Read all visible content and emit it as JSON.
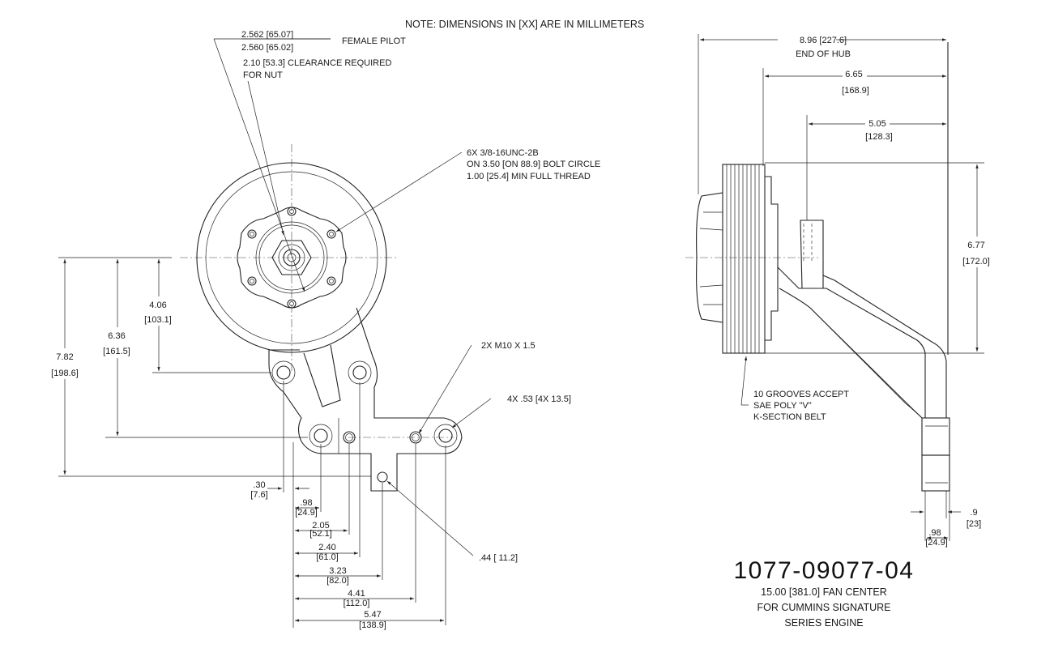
{
  "note": "NOTE:  DIMENSIONS IN [XX] ARE IN MILLIMETERS",
  "part_number": "1077-09077-04",
  "description": [
    "15.00 [381.0] FAN CENTER",
    "FOR CUMMINS SIGNATURE",
    "SERIES ENGINE"
  ],
  "callouts": {
    "pilot_max": "2.562 [65.07]",
    "pilot_min": "2.560 [65.02]",
    "pilot_label": "FEMALE PILOT",
    "clearance_1": "2.10 [53.3] CLEARANCE REQUIRED",
    "clearance_2": "FOR NUT",
    "bolt_1": "6X 3/8-16UNC-2B",
    "bolt_2": "ON 3.50 [ON 88.9] BOLT CIRCLE",
    "bolt_3": "1.00 [25.4] MIN FULL THREAD",
    "m10": "2X M10 X 1.5",
    "holes": "4X .53 [4X 13.5]",
    "hole44": ".44 [ 11.2]",
    "grooves_1": "10 GROOVES ACCEPT",
    "grooves_2": "SAE POLY \"V\"",
    "grooves_3": "K-SECTION BELT"
  },
  "front_dims": {
    "v406": [
      "4.06",
      "[103.1]"
    ],
    "v636": [
      "6.36",
      "[161.5]"
    ],
    "v782": [
      "7.82",
      "[198.6]"
    ],
    "h030": [
      ".30",
      "[7.6]"
    ],
    "h098": [
      ".98",
      "[24.9]"
    ],
    "h205": [
      "2.05",
      "[52.1]"
    ],
    "h240": [
      "2.40",
      "[61.0]"
    ],
    "h323": [
      "3.23",
      "[82.0]"
    ],
    "h441": [
      "4.41",
      "[112.0]"
    ],
    "h547": [
      "5.47",
      "[138.9]"
    ]
  },
  "side_dims": {
    "h896": [
      "8.96 [227.6]",
      "END OF HUB"
    ],
    "h665": [
      "6.65",
      "[168.9]"
    ],
    "h505": [
      "5.05",
      "[128.3]"
    ],
    "v677": [
      "6.77",
      "[172.0]"
    ],
    "h09": [
      ".9",
      "[23]"
    ],
    "h098": [
      ".98",
      "[24.9]"
    ]
  }
}
